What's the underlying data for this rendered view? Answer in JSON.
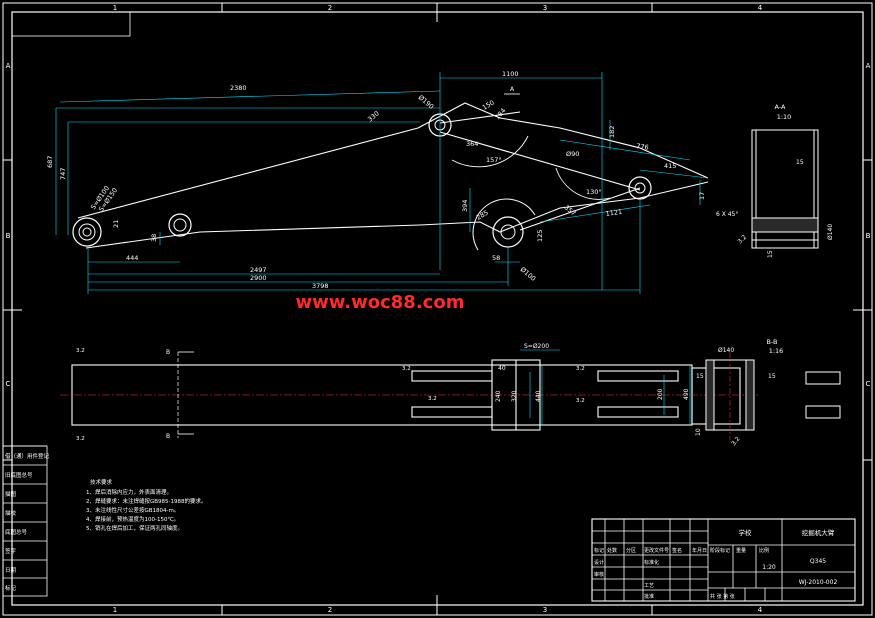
{
  "drawing": {
    "watermark": "www.woc88.com",
    "colors": {
      "background": "#000000",
      "frame": "#ffffff",
      "part": "#ffffff",
      "dimension": "#00e5ff",
      "annotation": "#ffff00",
      "watermark": "#ff2a2a"
    },
    "border_numbers": [
      "1",
      "2",
      "3",
      "4"
    ],
    "border_letters": [
      "A",
      "B",
      "C"
    ],
    "front_view": {
      "dims": {
        "d2380": "2380",
        "d1100": "1100",
        "d687": "687",
        "d747": "747",
        "d444": "444",
        "d2497": "2497",
        "d2900": "2900",
        "d3798": "3798",
        "d38": "38",
        "d394": "394",
        "d58": "58",
        "d776": "776",
        "d415": "415",
        "d1121": "1121",
        "d330": "330",
        "d285": "285",
        "d364": "364",
        "d357": "357",
        "d182": "182",
        "d184": "184",
        "d17": "17",
        "d21": "21",
        "d150": "150",
        "d125": "125",
        "a157": "157°",
        "a130": "130°",
        "d190": "Ø190",
        "d100": "Ø100",
        "d90": "Ø90",
        "s100": "S=Ø100",
        "s150": "S=Ø150"
      },
      "section_mark": "A"
    },
    "section_aa": {
      "title": "A-A",
      "scale": "1:10",
      "dims": {
        "d15": "15",
        "d140": "Ø140",
        "d32": "3.2",
        "d15b": "15",
        "chamfer": "6 X 45°"
      }
    },
    "plan_view": {
      "dims": {
        "s200": "S=Ø200",
        "d40": "40",
        "d240": "240",
        "d320": "320",
        "d440": "440",
        "d200": "200",
        "d490": "490",
        "d32a": "3.2",
        "d32b": "3.2",
        "d32c": "3.2",
        "d32d": "3.2",
        "d32e": "3.2",
        "d32f": "3.2"
      },
      "section_mark": "B"
    },
    "section_bb": {
      "title": "B-B",
      "scale": "1:16",
      "dims": {
        "d140": "Ø140",
        "d15a": "15",
        "d15b": "15",
        "d10": "10",
        "d32": "3.2"
      }
    },
    "left_table": [
      "借（通）用件登记",
      "旧底图总号",
      "描图",
      "描校",
      "底图总号",
      "签字",
      "日期",
      "标记"
    ],
    "tech_req": {
      "title": "技术要求",
      "lines": [
        "1、焊后消除内应力，外表面清理。",
        "2、焊缝要求：未注焊缝按GB985-1988的要求。",
        "3、未注线性尺寸公差按GB1804-m。",
        "4、焊接前，预热温度为100-150℃。",
        "5、销孔在焊后加工，保证两孔同轴度。"
      ]
    },
    "title_block": {
      "company": "学校",
      "part_name": "挖掘机大臂",
      "material": "Q345",
      "scale": "1:20",
      "drawing_no": "WJ-2010-002",
      "labels": {
        "mark": "标记",
        "count": "处数",
        "zone": "分区",
        "change_doc": "更改文件号",
        "signature": "签名",
        "date": "年月日",
        "design": "设计",
        "standardize": "标准化",
        "check": "审核",
        "process": "工艺",
        "approve": "批准",
        "stage_mark": "阶段标记",
        "weight": "重量",
        "ratio": "比例",
        "sheets": "共 张  第 张"
      }
    }
  }
}
